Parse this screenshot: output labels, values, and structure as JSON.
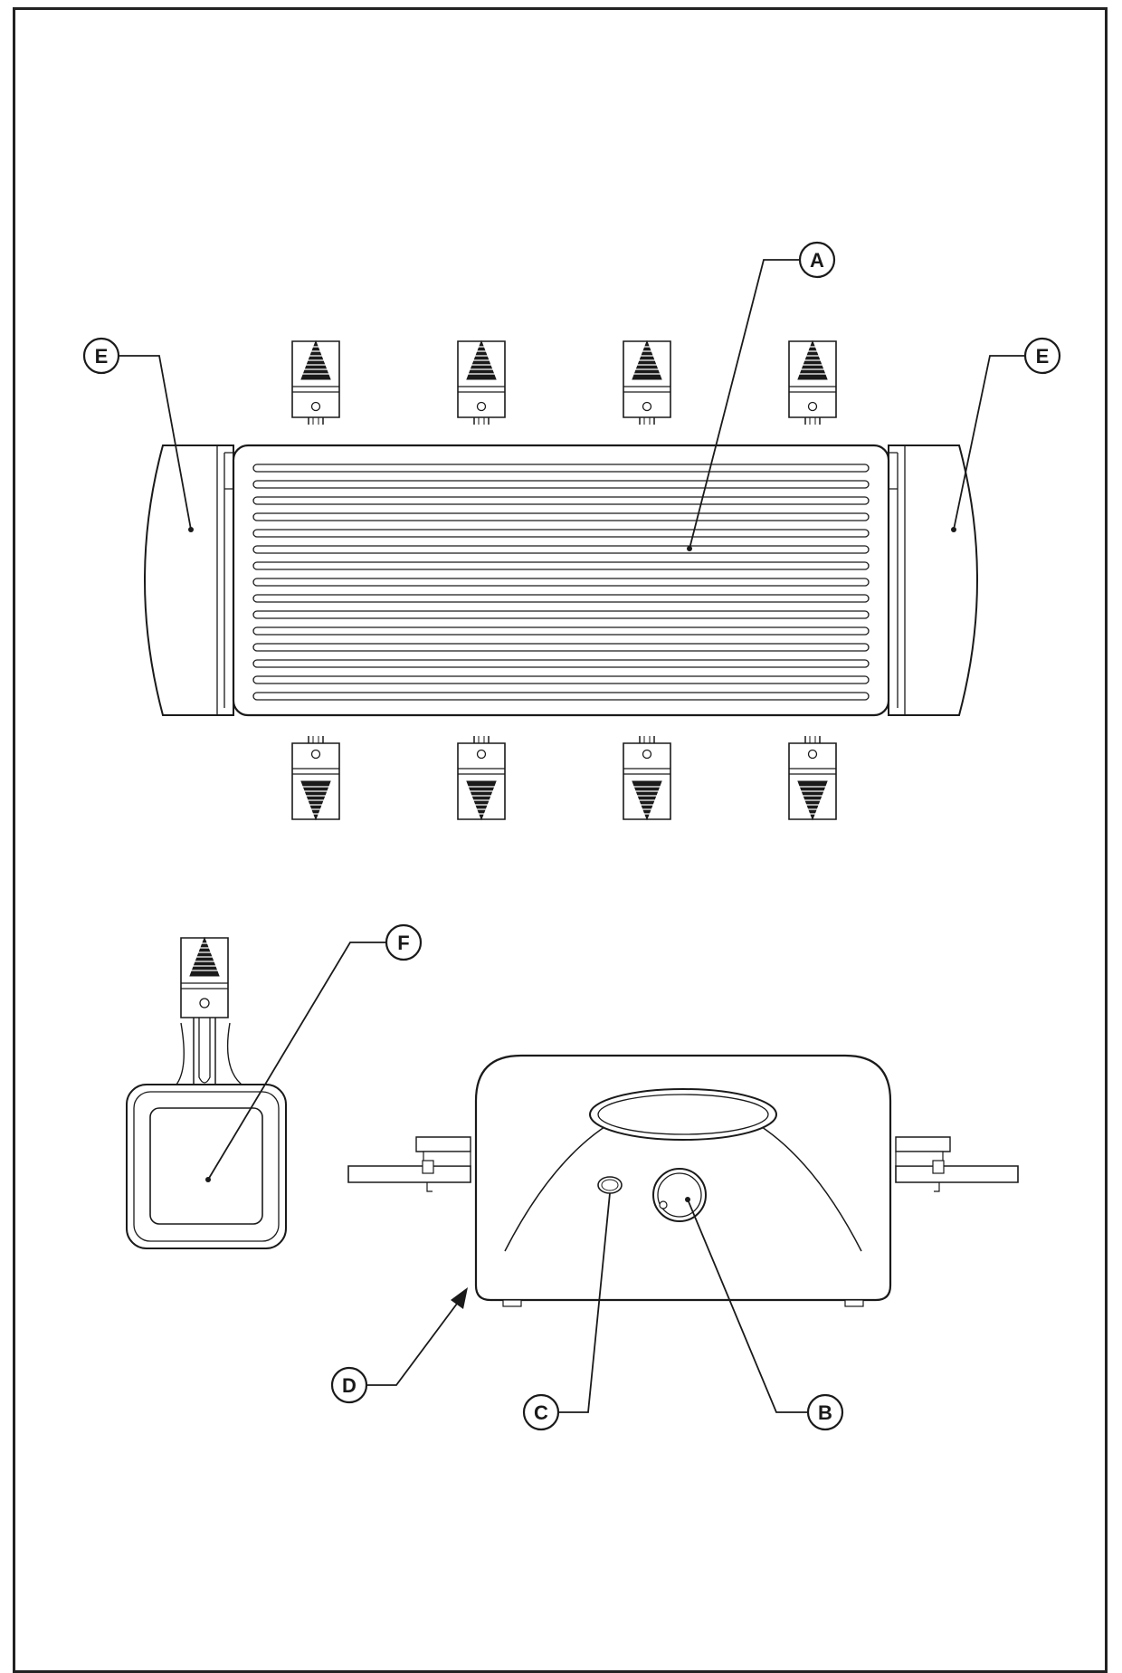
{
  "diagram": {
    "callouts": {
      "a": "A",
      "b": "B",
      "c": "C",
      "d": "D",
      "e_left": "E",
      "e_right": "E",
      "f": "F"
    },
    "line_color": "#1a1a1a",
    "fill_color": "#ffffff"
  }
}
